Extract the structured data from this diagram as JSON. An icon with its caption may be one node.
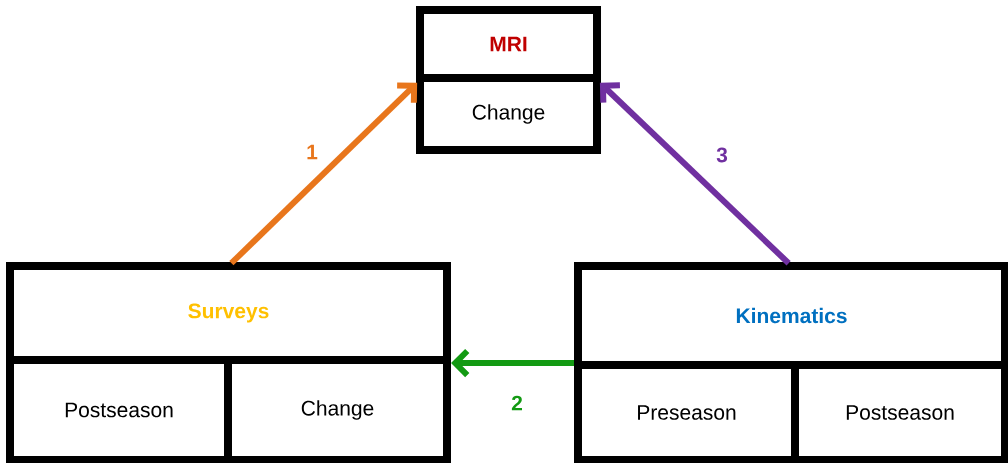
{
  "diagram": {
    "nodes": [
      {
        "text": [
          "MRI",
          "Change"
        ]
      },
      {
        "text": [
          "Surveys"
        ]
      },
      {
        "text": [
          "Postseason"
        ],
        "in": 1
      },
      {
        "text": [
          "Change"
        ],
        "in": 1
      },
      {
        "text": [
          "Kinematics"
        ]
      },
      {
        "text": [
          "Preseason"
        ],
        "in": 4
      },
      {
        "text": [
          "Postseason"
        ],
        "in": 4
      }
    ],
    "edges": [
      {
        "from": 1,
        "to": 0,
        "arrow": "to",
        "label": "1",
        "color": "#e8761c"
      },
      {
        "from": 4,
        "to": 1,
        "arrow": "to",
        "label": "2",
        "color": "#139a13"
      },
      {
        "from": 4,
        "to": 0,
        "arrow": "to",
        "label": "3",
        "color": "#7030a0"
      }
    ]
  }
}
